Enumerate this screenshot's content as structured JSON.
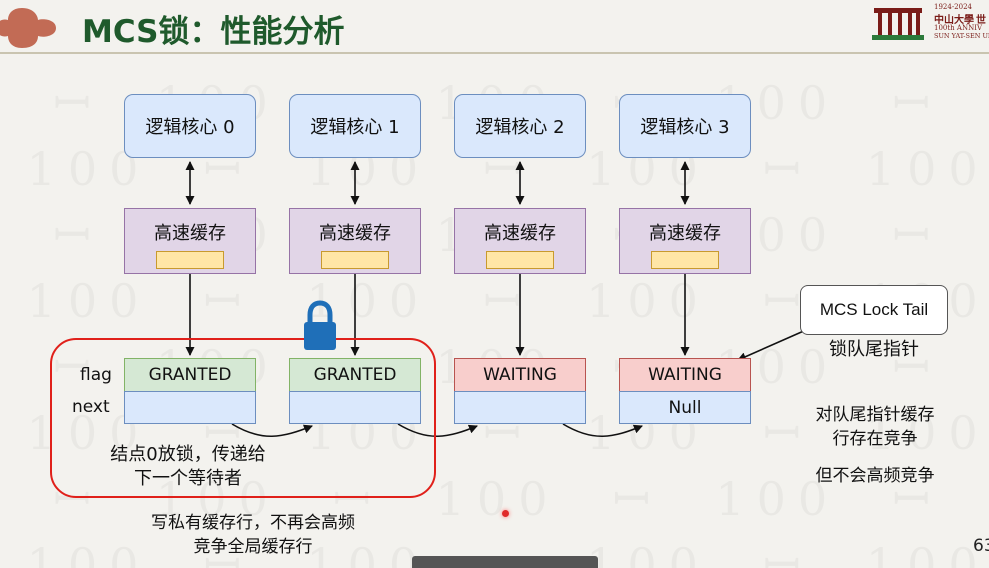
{
  "header": {
    "title": "MCS锁：性能分析",
    "logo": {
      "years": "1924-2024",
      "name": "中山大學",
      "suffix": "世",
      "anniv": "100th ANNIV",
      "univ": "SUN YAT-SEN UNI"
    }
  },
  "cores": [
    {
      "label": "逻辑核心 0"
    },
    {
      "label": "逻辑核心 1"
    },
    {
      "label": "逻辑核心 2"
    },
    {
      "label": "逻辑核心 3"
    }
  ],
  "cache_label": "高速缓存",
  "row_labels": {
    "flag": "flag",
    "next": "next"
  },
  "nodes": [
    {
      "flag": "GRANTED",
      "state": "granted",
      "next": ""
    },
    {
      "flag": "GRANTED",
      "state": "granted",
      "next": ""
    },
    {
      "flag": "WAITING",
      "state": "waiting",
      "next": ""
    },
    {
      "flag": "WAITING",
      "state": "waiting",
      "next": "Null"
    }
  ],
  "tail": {
    "box": "MCS Lock Tail",
    "caption": "锁队尾指针"
  },
  "notes": {
    "release_line1": "结点0放锁，传递给",
    "release_line2": "下一个等待者",
    "private_line1": "写私有缓存行，不再会高频",
    "private_line2": "竞争全局缓存行",
    "contention_line1": "对队尾指针缓存",
    "contention_line2": "行存在竞争",
    "no_high_freq": "但不会高频竞争"
  },
  "page_number": "63",
  "icons": {
    "lock": "lock-icon",
    "badge": "quatrefoil-badge-icon"
  },
  "colors": {
    "title": "#1f5a2c",
    "core_fill": "#dae8fc",
    "cache_fill": "#e1d5e7",
    "granted_fill": "#d5e8d4",
    "waiting_fill": "#f8cecc",
    "lock": "#1f6fb8",
    "frame": "#e0201a"
  }
}
